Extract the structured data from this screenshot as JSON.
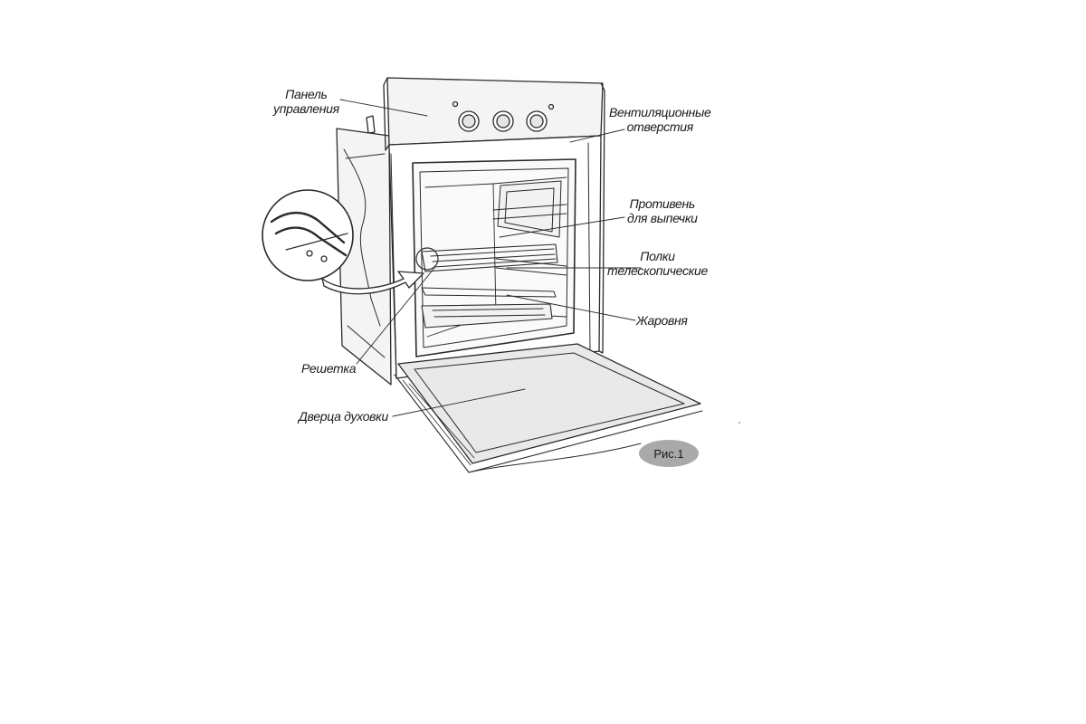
{
  "labels": {
    "control_panel": [
      "Панель",
      "управления"
    ],
    "vents": [
      "Вентиляционные",
      "отверстия"
    ],
    "baking_tray": [
      "Противень",
      "для выпечки"
    ],
    "telescopic_shelves": [
      "Полки",
      "телескопические"
    ],
    "roasting_pan": "Жаровня",
    "grill_rack": "Решетка",
    "oven_door": "Дверца духовки"
  },
  "figure_badge": "Рис.1",
  "colors": {
    "line": "#2b2b2b",
    "label": "#1a1a1a",
    "badge": "#a9a9a9",
    "panel_fill": "#f4f4f4",
    "door_fill": "#e9e9e9",
    "cavity_fill": "#fafafa"
  }
}
